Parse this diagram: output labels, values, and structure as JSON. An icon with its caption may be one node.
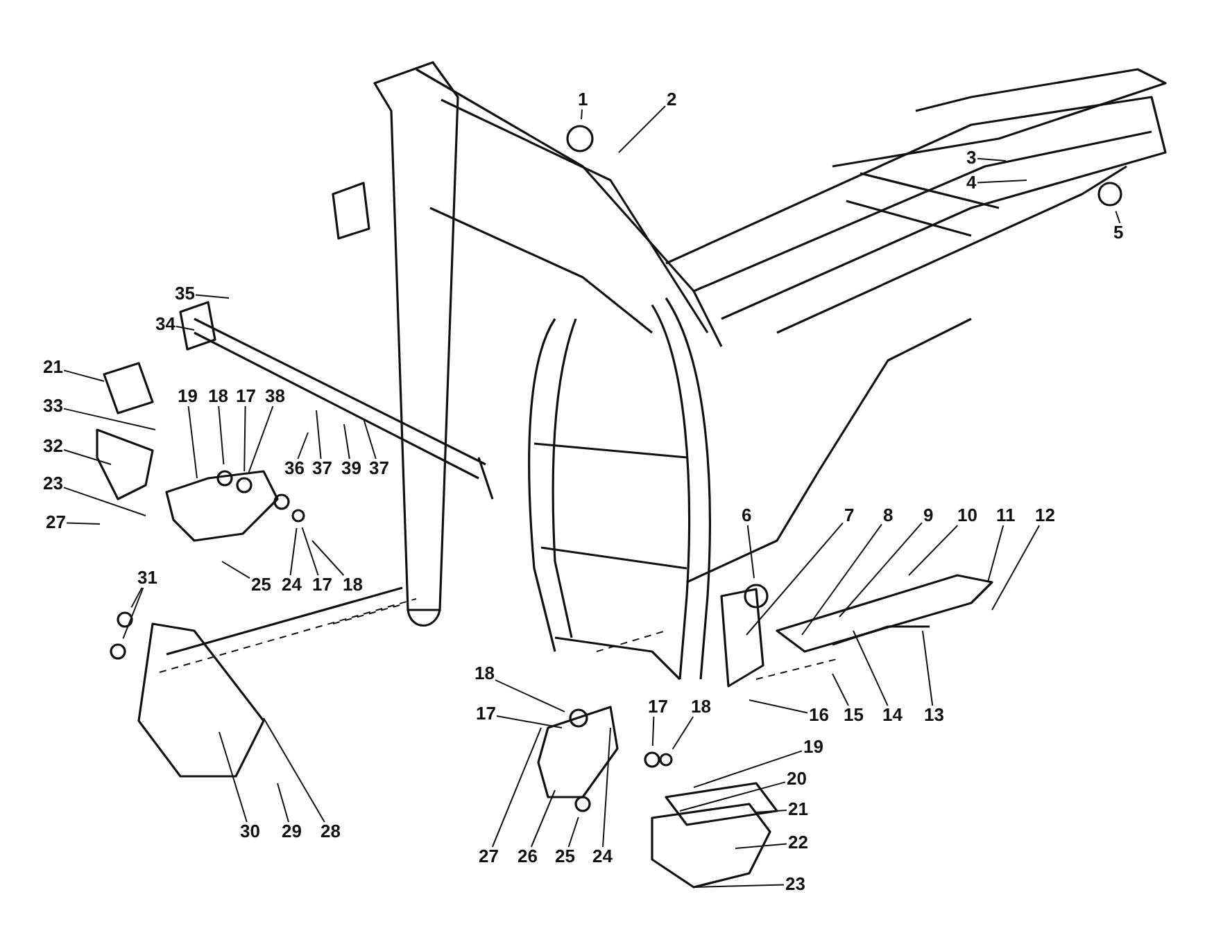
{
  "diagram": {
    "nodes": [
      {
        "text": [
          "1"
        ]
      },
      {
        "text": [
          "2"
        ]
      },
      {
        "text": [
          "3"
        ]
      },
      {
        "text": [
          "4"
        ]
      },
      {
        "text": [
          "5"
        ]
      },
      {
        "text": [
          "35"
        ]
      },
      {
        "text": [
          "34"
        ]
      },
      {
        "text": [
          "21"
        ]
      },
      {
        "text": [
          "33"
        ]
      },
      {
        "text": [
          "32"
        ]
      },
      {
        "text": [
          "23"
        ]
      },
      {
        "text": [
          "27"
        ]
      },
      {
        "text": [
          "19"
        ]
      },
      {
        "text": [
          "18"
        ]
      },
      {
        "text": [
          "17"
        ]
      },
      {
        "text": [
          "38"
        ]
      },
      {
        "text": [
          "36"
        ]
      },
      {
        "text": [
          "37"
        ]
      },
      {
        "text": [
          "39"
        ]
      },
      {
        "text": [
          "37"
        ]
      },
      {
        "text": [
          "25"
        ]
      },
      {
        "text": [
          "24"
        ]
      },
      {
        "text": [
          "17"
        ]
      },
      {
        "text": [
          "18"
        ]
      },
      {
        "text": [
          "31"
        ]
      },
      {
        "text": [
          "30"
        ]
      },
      {
        "text": [
          "29"
        ]
      },
      {
        "text": [
          "28"
        ]
      },
      {
        "text": [
          "6"
        ]
      },
      {
        "text": [
          "7"
        ]
      },
      {
        "text": [
          "8"
        ]
      },
      {
        "text": [
          "9"
        ]
      },
      {
        "text": [
          "10"
        ]
      },
      {
        "text": [
          "11"
        ]
      },
      {
        "text": [
          "12"
        ]
      },
      {
        "text": [
          "16"
        ]
      },
      {
        "text": [
          "15"
        ]
      },
      {
        "text": [
          "14"
        ]
      },
      {
        "text": [
          "13"
        ]
      },
      {
        "text": [
          "18"
        ]
      },
      {
        "text": [
          "17"
        ]
      },
      {
        "text": [
          "17"
        ]
      },
      {
        "text": [
          "18"
        ]
      },
      {
        "text": [
          "19"
        ]
      },
      {
        "text": [
          "20"
        ]
      },
      {
        "text": [
          "21"
        ]
      },
      {
        "text": [
          "22"
        ]
      },
      {
        "text": [
          "23"
        ]
      },
      {
        "text": [
          "27"
        ]
      },
      {
        "text": [
          "26"
        ]
      },
      {
        "text": [
          "25"
        ]
      },
      {
        "text": [
          "24"
        ]
      }
    ],
    "edges": [
      {
        "from": 0,
        "to": null,
        "arrow": "none"
      },
      {
        "from": 1,
        "to": null,
        "arrow": "none"
      },
      {
        "from": 2,
        "to": null,
        "arrow": "none"
      },
      {
        "from": 3,
        "to": null,
        "arrow": "none"
      },
      {
        "from": 4,
        "to": null,
        "arrow": "none"
      },
      {
        "from": 5,
        "to": null,
        "arrow": "none"
      },
      {
        "from": 6,
        "to": null,
        "arrow": "none"
      },
      {
        "from": 7,
        "to": null,
        "arrow": "none"
      },
      {
        "from": 8,
        "to": null,
        "arrow": "none"
      },
      {
        "from": 9,
        "to": null,
        "arrow": "none"
      },
      {
        "from": 10,
        "to": null,
        "arrow": "none"
      },
      {
        "from": 11,
        "to": null,
        "arrow": "none"
      },
      {
        "from": 12,
        "to": null,
        "arrow": "none"
      },
      {
        "from": 13,
        "to": null,
        "arrow": "none"
      },
      {
        "from": 14,
        "to": null,
        "arrow": "none"
      },
      {
        "from": 15,
        "to": null,
        "arrow": "none"
      },
      {
        "from": 16,
        "to": null,
        "arrow": "none"
      },
      {
        "from": 17,
        "to": null,
        "arrow": "none"
      },
      {
        "from": 18,
        "to": null,
        "arrow": "none"
      },
      {
        "from": 19,
        "to": null,
        "arrow": "none"
      },
      {
        "from": 20,
        "to": null,
        "arrow": "none"
      },
      {
        "from": 21,
        "to": null,
        "arrow": "none"
      },
      {
        "from": 22,
        "to": null,
        "arrow": "none"
      },
      {
        "from": 23,
        "to": null,
        "arrow": "none"
      },
      {
        "from": 24,
        "to": null,
        "arrow": "none"
      },
      {
        "from": 24,
        "to": null,
        "arrow": "none"
      },
      {
        "from": 25,
        "to": null,
        "arrow": "none"
      },
      {
        "from": 26,
        "to": null,
        "arrow": "none"
      },
      {
        "from": 27,
        "to": null,
        "arrow": "none"
      },
      {
        "from": 28,
        "to": null,
        "arrow": "none"
      },
      {
        "from": 29,
        "to": null,
        "arrow": "none"
      },
      {
        "from": 30,
        "to": null,
        "arrow": "none"
      },
      {
        "from": 31,
        "to": null,
        "arrow": "none"
      },
      {
        "from": 32,
        "to": null,
        "arrow": "none"
      },
      {
        "from": 33,
        "to": null,
        "arrow": "none"
      },
      {
        "from": 34,
        "to": null,
        "arrow": "none"
      },
      {
        "from": 35,
        "to": null,
        "arrow": "none"
      },
      {
        "from": 36,
        "to": null,
        "arrow": "none"
      },
      {
        "from": 37,
        "to": null,
        "arrow": "none"
      },
      {
        "from": 38,
        "to": null,
        "arrow": "none"
      },
      {
        "from": 39,
        "to": null,
        "arrow": "none"
      },
      {
        "from": 40,
        "to": null,
        "arrow": "none"
      },
      {
        "from": 41,
        "to": null,
        "arrow": "none"
      },
      {
        "from": 42,
        "to": null,
        "arrow": "none"
      },
      {
        "from": 43,
        "to": null,
        "arrow": "none"
      },
      {
        "from": 44,
        "to": null,
        "arrow": "none"
      },
      {
        "from": 45,
        "to": null,
        "arrow": "none"
      },
      {
        "from": 46,
        "to": null,
        "arrow": "none"
      },
      {
        "from": 47,
        "to": null,
        "arrow": "none"
      },
      {
        "from": 48,
        "to": null,
        "arrow": "none"
      },
      {
        "from": 49,
        "to": null,
        "arrow": "none"
      },
      {
        "from": 50,
        "to": null,
        "arrow": "none"
      },
      {
        "from": 51,
        "to": null,
        "arrow": "none"
      }
    ]
  }
}
